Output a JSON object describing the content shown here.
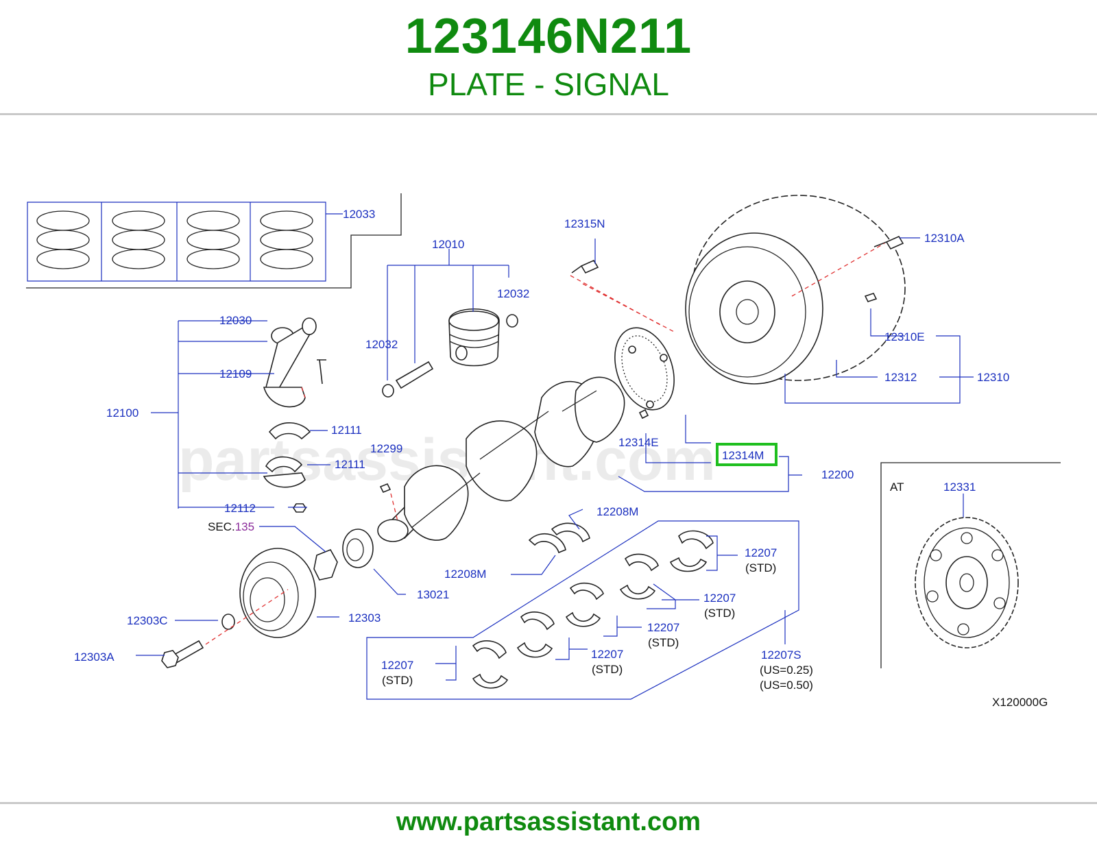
{
  "header": {
    "part_number": "123146N211",
    "part_name": "PLATE - SIGNAL"
  },
  "watermark": "partsassistant.com",
  "diagram": {
    "labels": {
      "l12033": "12033",
      "l12010": "12010",
      "l12032a": "12032",
      "l12032b": "12032",
      "l12030": "12030",
      "l12109": "12109",
      "l12100": "12100",
      "l12111a": "12111",
      "l12111b": "12111",
      "l12112": "12112",
      "l12299": "12299",
      "sec": "SEC.",
      "sec_num": "135",
      "l12303c": "12303C",
      "l12303a": "12303A",
      "l12303": "12303",
      "l13021": "13021",
      "l12315n": "12315N",
      "l12310a": "12310A",
      "l12310e": "12310E",
      "l12312": "12312",
      "l12310": "12310",
      "l12314e": "12314E",
      "l12314m": "12314M",
      "l12200": "12200",
      "l12208m_a": "12208M",
      "l12208m_b": "12208M",
      "l12207_1": "12207",
      "std_1": "(STD)",
      "l12207_2": "12207",
      "std_2": "(STD)",
      "l12207_3": "12207",
      "std_3": "(STD)",
      "l12207_4": "12207",
      "std_4": "(STD)",
      "l12207_5": "12207",
      "std_5": "(STD)",
      "l12207s": "12207S",
      "us025": "(US=0.25)",
      "us050": "(US=0.50)",
      "at": "AT",
      "l12331": "12331",
      "code": "X120000G"
    }
  },
  "colors": {
    "brand_green": "#0f8a0f",
    "label_blue": "#1a2fbf",
    "highlight_green": "#1fbf1f",
    "sec_purple": "#8a2a9a"
  },
  "footer": {
    "url": "www.partsassistant.com"
  }
}
